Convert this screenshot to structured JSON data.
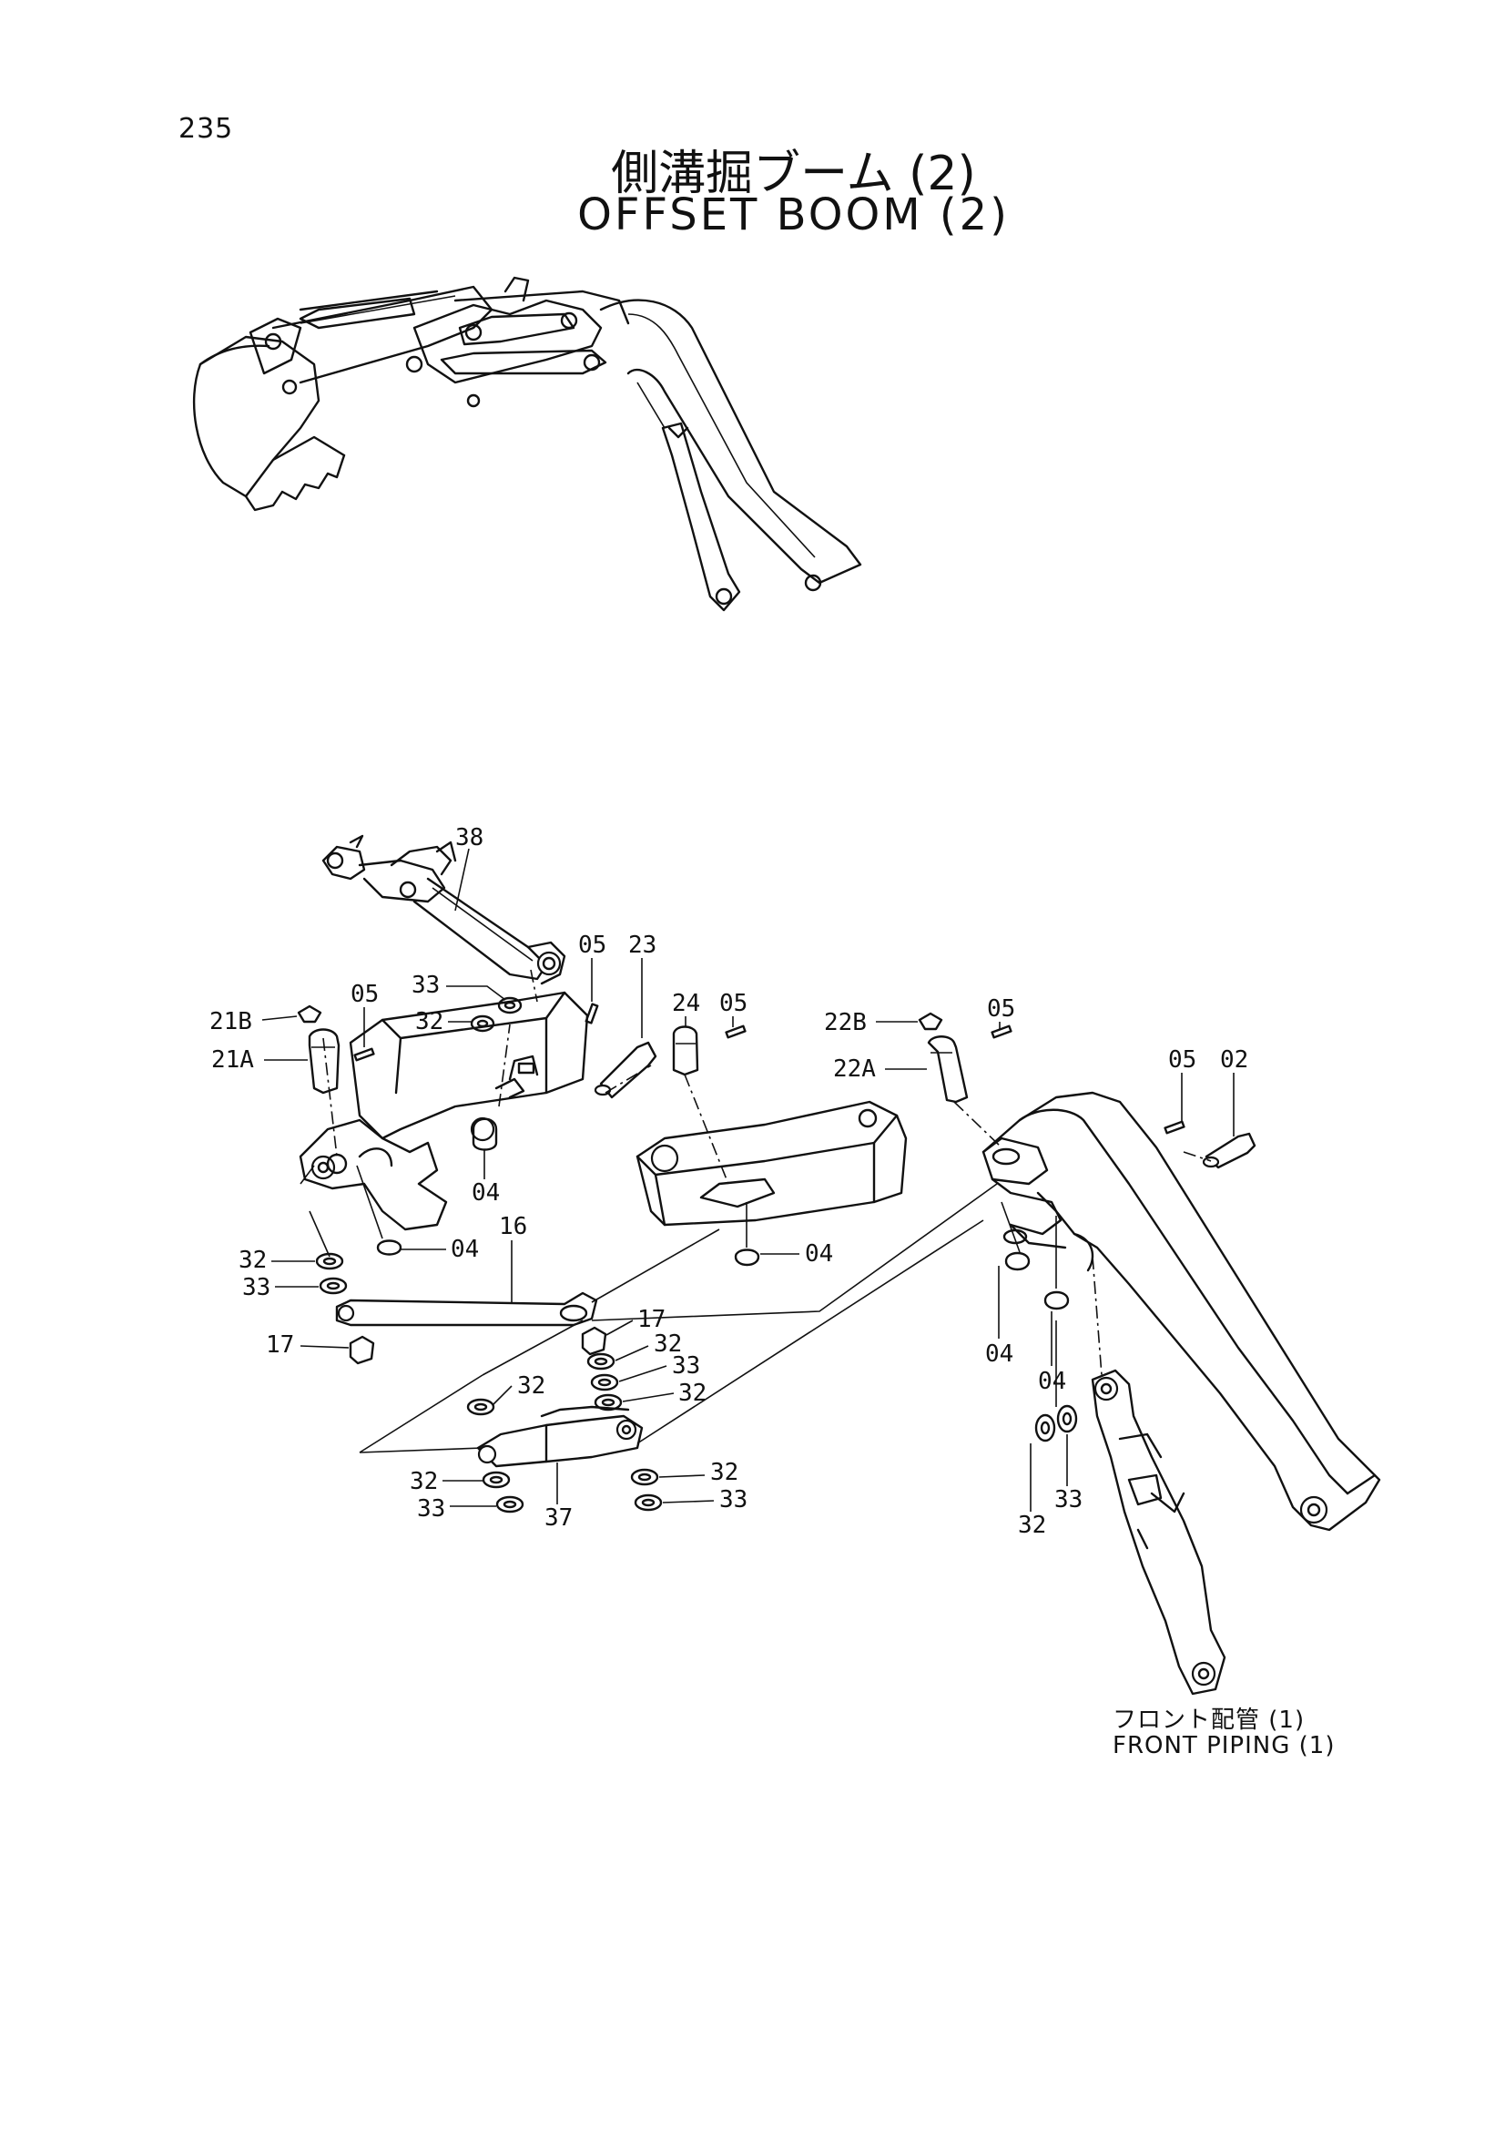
{
  "page": {
    "number": "235",
    "title_jp": "側溝掘ブーム (2)",
    "title_en": "OFFSET BOOM (2)"
  },
  "note": {
    "line1": "フロント配管 (1)",
    "line2": "FRONT PIPING (1)"
  },
  "callouts": [
    "38",
    "05",
    "23",
    "33",
    "32",
    "21B",
    "05",
    "21A",
    "24",
    "05",
    "22B",
    "05",
    "22A",
    "05",
    "02",
    "04",
    "04",
    "32",
    "33",
    "16",
    "04",
    "17",
    "17",
    "32",
    "33",
    "32",
    "32",
    "32",
    "33",
    "37",
    "32",
    "33",
    "04",
    "04",
    "32",
    "33"
  ]
}
